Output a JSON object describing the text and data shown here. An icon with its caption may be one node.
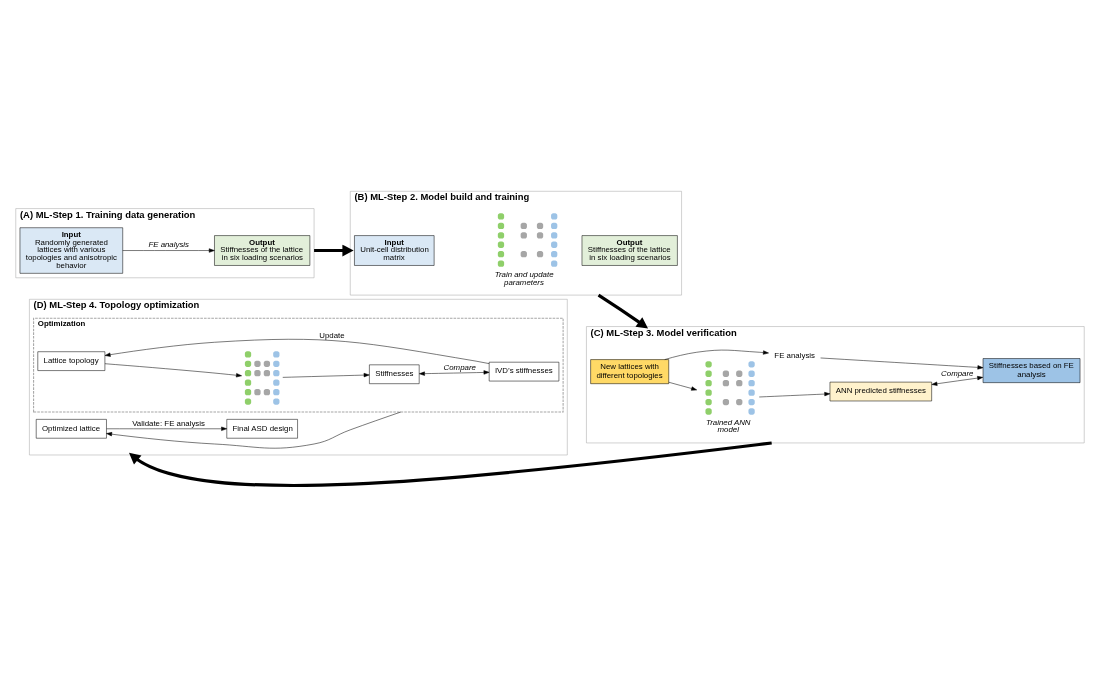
{
  "diagram": {
    "nodes": [
      {
        "text": [
          "(A) ML-Step 1. Training data generation"
        ]
      },
      {
        "text": [
          "Input",
          "Randomly generated lattices with various topologies and anisotropic behavior"
        ],
        "in": 0
      },
      {
        "text": [
          "Output",
          "Stiffnesses of the lattice in six loading scenarios"
        ],
        "in": 0
      },
      {
        "text": [
          "(B) ML-Step 2. Model build and training"
        ]
      },
      {
        "text": [
          "Input",
          "Unit-cell distribution matrix"
        ],
        "in": 3
      },
      {
        "text": [
          "Output",
          "Stiffnesses of the lattice in six loading scenarios"
        ],
        "in": 3
      },
      {
        "text": [],
        "shape": "picture",
        "in": 3,
        "beside": [
          "Train and update parameters"
        ]
      },
      {
        "text": [
          "(C) ML-Step 3. Model verification"
        ]
      },
      {
        "text": [],
        "shape": "picture",
        "in": 7,
        "beside": [
          "Trained ANN model"
        ]
      },
      {
        "text": [
          "New lattices with different topologies"
        ],
        "in": 7
      },
      {
        "text": [
          "ANN predicted stiffnesses"
        ],
        "in": 7
      },
      {
        "text": [
          "FE analysis"
        ],
        "in": 7
      },
      {
        "text": [
          "Stiffnesses based on FE analysis"
        ],
        "in": 7
      },
      {
        "text": [
          "(D) ML-Step 4. Topology optimization"
        ]
      },
      {
        "text": [
          "Optimization"
        ],
        "in": 13
      },
      {
        "text": [
          "Lattice topology"
        ],
        "in": 14
      },
      {
        "text": [],
        "shape": "picture",
        "in": 14
      },
      {
        "text": [
          "Stiffnesses"
        ],
        "in": 14
      },
      {
        "text": [
          "IVD’s stiffnesses"
        ],
        "in": 14
      },
      {
        "text": [
          "Optimized lattice"
        ],
        "in": 13
      },
      {
        "text": [
          "Final ASD design"
        ],
        "in": 13
      }
    ],
    "edges": [
      {
        "from": 1,
        "to": 2,
        "arrow": "to",
        "label": "FE analysis"
      },
      {
        "from": 0,
        "to": 3,
        "arrow": "to",
        "style": "thick"
      },
      {
        "from": 3,
        "to": 7,
        "arrow": "to",
        "style": "thick"
      },
      {
        "from": 7,
        "to": 13,
        "arrow": "to",
        "style": "thick"
      },
      {
        "from": 9,
        "to": 8,
        "arrow": "to"
      },
      {
        "from": 9,
        "to": 11,
        "arrow": "to"
      },
      {
        "from": 8,
        "to": 10,
        "arrow": "to"
      },
      {
        "from": 11,
        "to": 12,
        "arrow": "to"
      },
      {
        "from": 10,
        "to": 12,
        "arrow": "both",
        "label": "Compare"
      },
      {
        "from": 15,
        "to": 16,
        "arrow": "to"
      },
      {
        "from": 16,
        "to": 17,
        "arrow": "to"
      },
      {
        "from": 17,
        "to": 18,
        "arrow": "both",
        "label": "Compare"
      },
      {
        "from": 18,
        "to": 15,
        "arrow": "to",
        "label": "Update"
      },
      {
        "from": 14,
        "to": 19,
        "arrow": "to"
      },
      {
        "from": 19,
        "to": 20,
        "arrow": "to",
        "label": "Validate: FE analysis"
      }
    ]
  }
}
